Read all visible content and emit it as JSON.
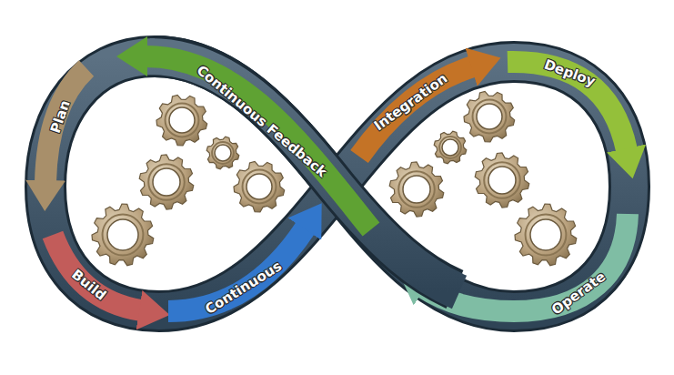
{
  "diagram": {
    "nodes": [
      {
        "text": [
          "Plan"
        ]
      },
      {
        "text": [
          "Build"
        ]
      },
      {
        "text": [
          "Continuous"
        ]
      },
      {
        "text": [
          "Integration"
        ]
      },
      {
        "text": [
          "Deploy"
        ]
      },
      {
        "text": [
          "Operate"
        ]
      },
      {
        "text": [
          "Continuous Feedback"
        ]
      }
    ]
  }
}
